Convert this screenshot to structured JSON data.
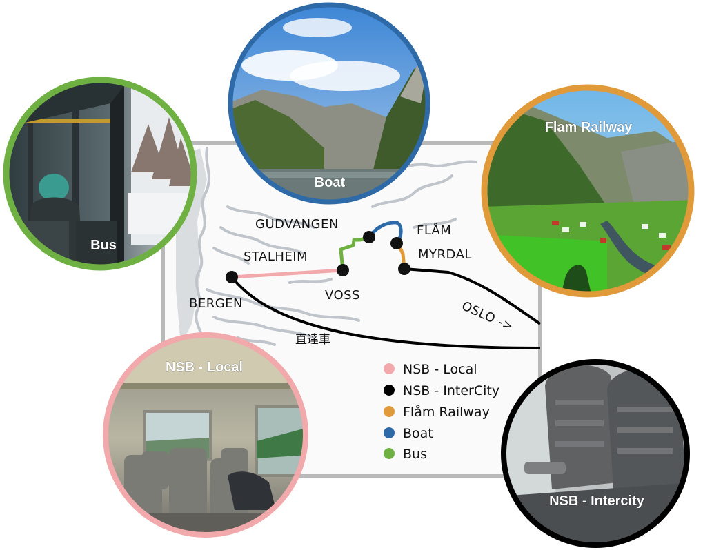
{
  "map": {
    "places": {
      "gudvangen": "GUDVANGEN",
      "flam": "FLÅM",
      "myrdal": "MYRDAL",
      "stalheim": "STALHEIM",
      "voss": "VOSS",
      "bergen": "BERGEN",
      "oslo": "OSLO ->",
      "direct_train": "直達車"
    }
  },
  "legend": {
    "items": [
      {
        "label": "NSB - Local",
        "color": "#f2a9ab"
      },
      {
        "label": "NSB - InterCity",
        "color": "#000000"
      },
      {
        "label": "Flåm Railway",
        "color": "#e09a3a"
      },
      {
        "label": "Boat",
        "color": "#2f6aa8"
      },
      {
        "label": "Bus",
        "color": "#6fb043"
      }
    ]
  },
  "photos": {
    "bus": {
      "label": "Bus",
      "border": "#6fb043"
    },
    "boat": {
      "label": "Boat",
      "border": "#2f6aa8"
    },
    "flam_railway": {
      "label": "Flam Railway",
      "border": "#e09a3a"
    },
    "nsb_local": {
      "label": "NSB - Local",
      "border": "#f2a9ab"
    },
    "nsb_intercity": {
      "label": "NSB - Intercity",
      "border": "#000000"
    }
  },
  "colors": {
    "map_frame": "#b9b9b9",
    "map_water": "#bfc5ca",
    "map_background": "#fafafa"
  }
}
